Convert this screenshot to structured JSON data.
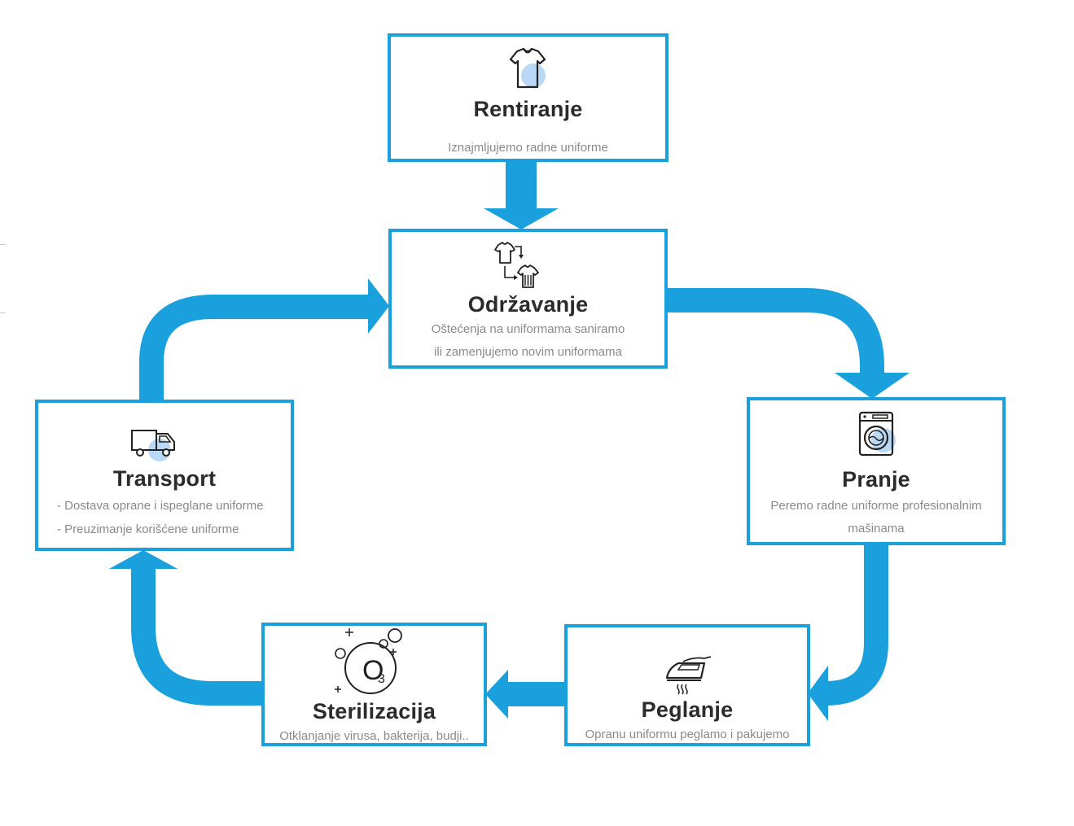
{
  "diagram": {
    "accent_color": "#1aa1dd",
    "icon_highlight_color": "#b8d8f5",
    "nodes": {
      "rentiranje": {
        "title": "Rentiranje",
        "icon": "tshirt-icon",
        "lines": [
          "Iznajmljujemo radne uniforme"
        ]
      },
      "odrzavanje": {
        "title": "Održavanje",
        "icon": "shirt-exchange-icon",
        "lines": [
          "Oštećenja na uniformama saniramo",
          "ili zamenjujemo novim uniformama"
        ]
      },
      "pranje": {
        "title": "Pranje",
        "icon": "washing-machine-icon",
        "lines": [
          "Peremo radne uniforme profesionalnim",
          "mašinama"
        ]
      },
      "peglanje": {
        "title": "Peglanje",
        "icon": "iron-icon",
        "lines": [
          "Opranu uniformu peglamo i pakujemo"
        ]
      },
      "sterilizacija": {
        "title": "Sterilizacija",
        "icon": "ozone-icon",
        "icon_text": "O",
        "icon_sub": "3",
        "lines": [
          "Otklanjanje virusa, bakterija, budji.."
        ]
      },
      "transport": {
        "title": "Transport",
        "icon": "delivery-truck-icon",
        "lines": [
          "- Dostava oprane i ispeglane uniforme",
          "- Preuzimanje korišćene uniforme"
        ]
      }
    },
    "edges": [
      {
        "from": "rentiranje",
        "to": "odrzavanje"
      },
      {
        "from": "odrzavanje",
        "to": "pranje"
      },
      {
        "from": "pranje",
        "to": "peglanje"
      },
      {
        "from": "peglanje",
        "to": "sterilizacija"
      },
      {
        "from": "sterilizacija",
        "to": "transport"
      },
      {
        "from": "transport",
        "to": "odrzavanje"
      }
    ]
  }
}
